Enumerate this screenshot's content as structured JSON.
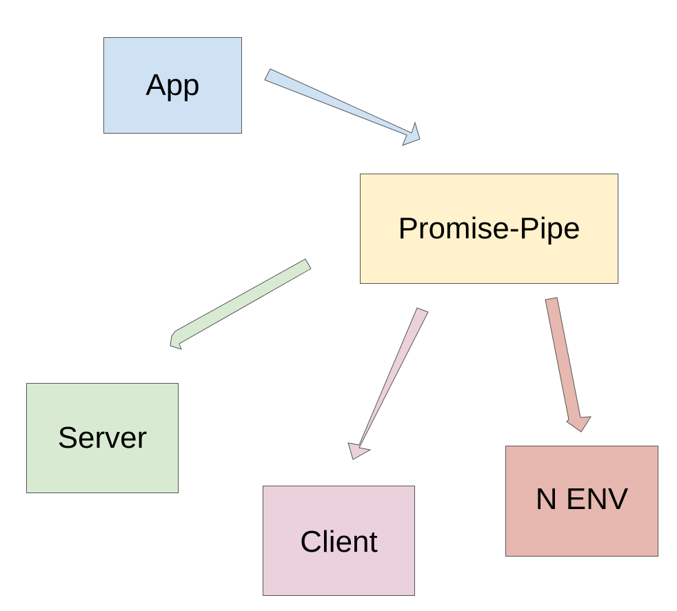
{
  "nodes": {
    "app": {
      "label": "App",
      "color": "#cfe2f3"
    },
    "promise_pipe": {
      "label": "Promise-Pipe",
      "color": "#fff2cc"
    },
    "server": {
      "label": "Server",
      "color": "#d9ead3"
    },
    "client": {
      "label": "Client",
      "color": "#ead1dc"
    },
    "nenv": {
      "label": "N ENV",
      "color": "#e6b8af"
    }
  },
  "edges": [
    {
      "from": "app",
      "to": "promise_pipe",
      "color": "#cfe2f3"
    },
    {
      "from": "promise_pipe",
      "to": "server",
      "color": "#d9ead3"
    },
    {
      "from": "promise_pipe",
      "to": "client",
      "color": "#ead1dc"
    },
    {
      "from": "promise_pipe",
      "to": "nenv",
      "color": "#e6b8af"
    }
  ]
}
